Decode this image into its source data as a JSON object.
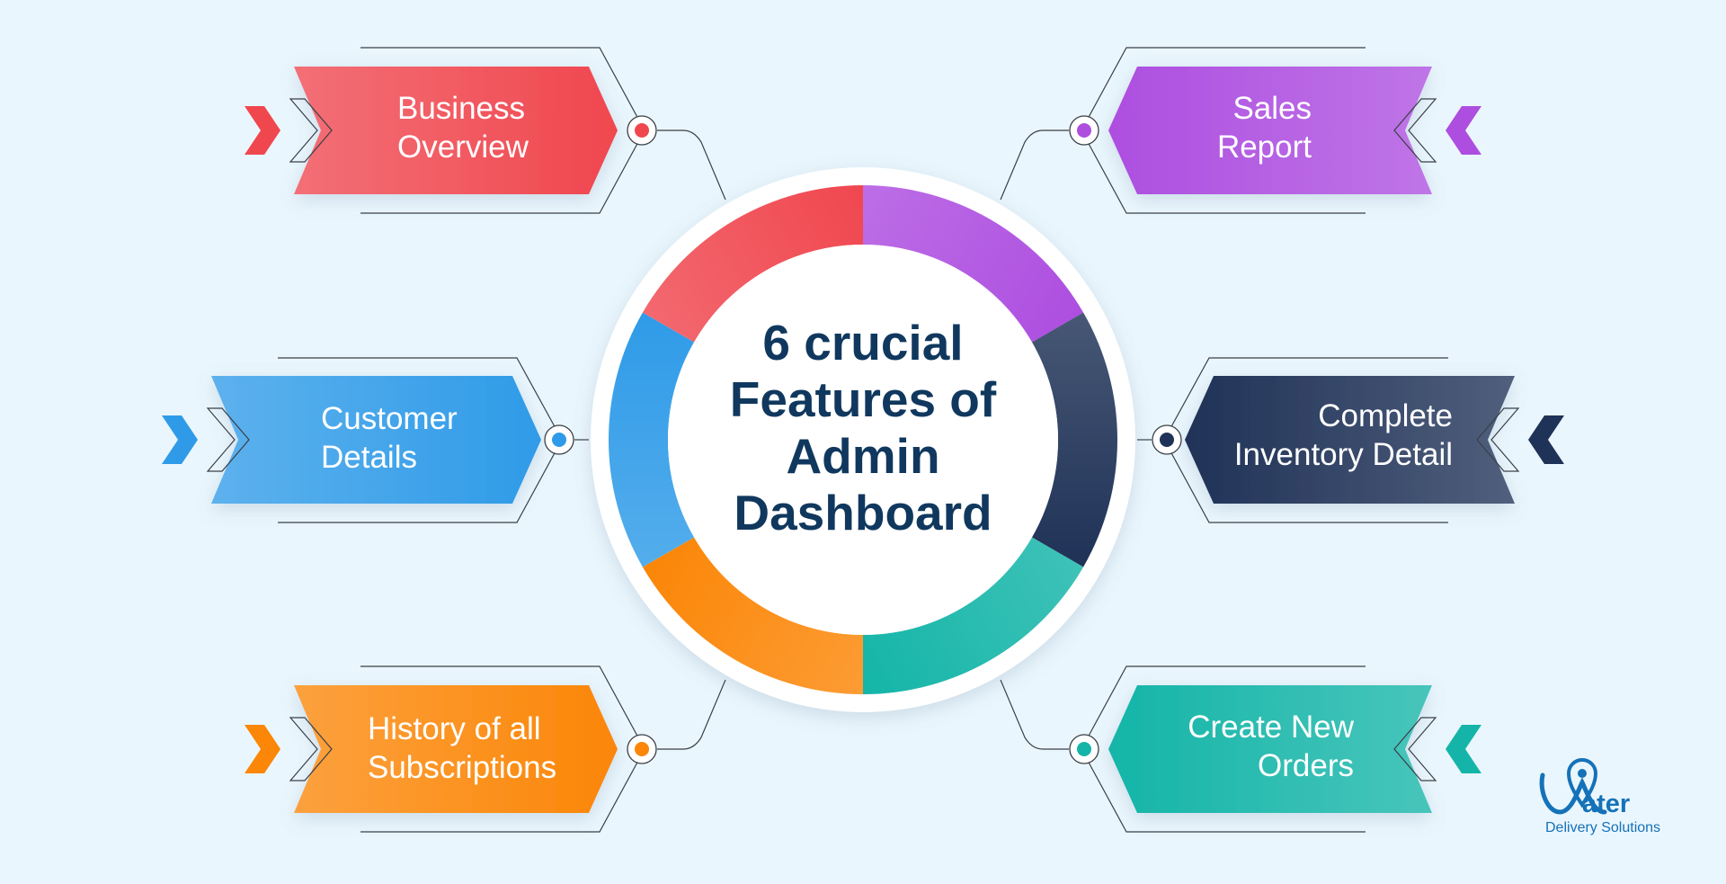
{
  "center": {
    "title_lines": [
      "6 crucial",
      "Features of",
      "Admin",
      "Dashboard"
    ],
    "ring_colors": {
      "business_overview": "#f0474f",
      "sales_report": "#ad4ee0",
      "complete_inventory_detail": "#1f3257",
      "create_new_orders": "#14b5a8",
      "history_of_all_subscriptions": "#fb8607",
      "customer_details": "#2f9be8"
    }
  },
  "features": [
    {
      "id": "business_overview",
      "lines": [
        "Business",
        "Overview"
      ],
      "color": "#f0474f",
      "side": "left"
    },
    {
      "id": "sales_report",
      "lines": [
        "Sales",
        "Report"
      ],
      "color": "#ad4ee0",
      "side": "right"
    },
    {
      "id": "customer_details",
      "lines": [
        "Customer",
        "Details"
      ],
      "color": "#2f9be8",
      "side": "left"
    },
    {
      "id": "complete_inventory_detail",
      "lines": [
        "Complete",
        "Inventory Detail"
      ],
      "color": "#1f3257",
      "side": "right"
    },
    {
      "id": "history_of_all_subscriptions",
      "lines": [
        "History of all",
        "Subscriptions"
      ],
      "color": "#fb8607",
      "side": "left"
    },
    {
      "id": "create_new_orders",
      "lines": [
        "Create New",
        "Orders"
      ],
      "color": "#14b5a8",
      "side": "right"
    }
  ],
  "logo": {
    "name": "ater",
    "tagline": "Delivery Solutions",
    "color": "#1572b8"
  }
}
